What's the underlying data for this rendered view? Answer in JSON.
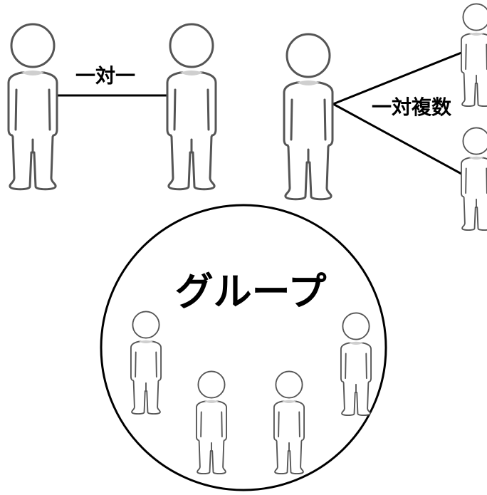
{
  "panels": {
    "one_to_one": {
      "label": "一対一"
    },
    "one_to_many": {
      "label": "一対複数"
    },
    "group": {
      "label": "グループ"
    }
  },
  "colors": {
    "outline": "#555555",
    "body_fill": "#ffffff",
    "neck_shadow": "#cfcfcf",
    "line": "#000000",
    "background": "#ffffff"
  },
  "icons": {
    "person": "person-icon"
  }
}
